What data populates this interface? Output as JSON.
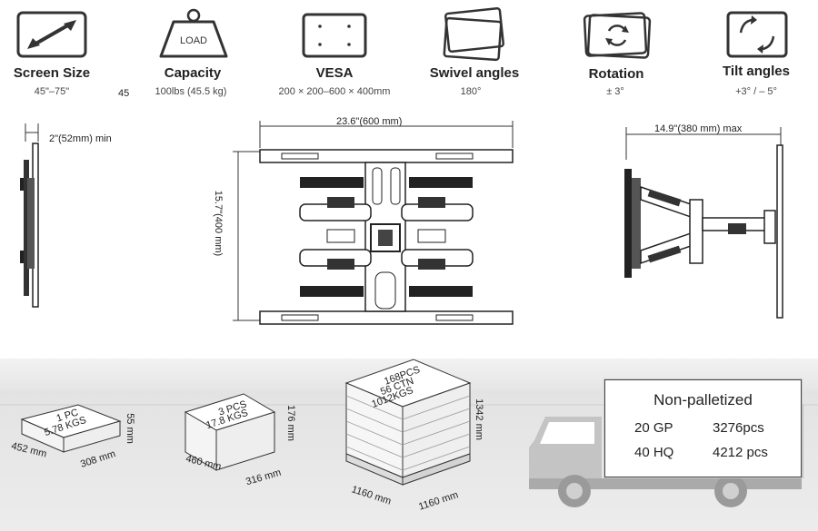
{
  "specs": {
    "screen_size": {
      "icon": "diagonal-arrow-icon",
      "title": "Screen Size",
      "value": "45\"–75\"",
      "extra": "45"
    },
    "capacity": {
      "icon": "weight-icon",
      "title": "Capacity",
      "value": "100lbs (45.5 kg)",
      "icon_text": "LOAD"
    },
    "vesa": {
      "icon": "vesa-plate-icon",
      "title": "VESA",
      "value": "200 × 200–600 × 400mm"
    },
    "swivel": {
      "icon": "swivel-icon",
      "title": "Swivel angles",
      "value": "180°"
    },
    "rotation": {
      "icon": "rotation-icon",
      "title": "Rotation",
      "value": "± 3°"
    },
    "tilt": {
      "icon": "tilt-icon",
      "title": "Tilt angles",
      "value": "+3°  / – 5°"
    }
  },
  "dimensions": {
    "side_profile": "2\"(52mm) min",
    "front_width": "23.6\"(600 mm)",
    "front_height": "15.7\"(400 mm)",
    "extension": "14.9\"(380 mm) max"
  },
  "packaging": {
    "single": {
      "line1": "1 PC",
      "line2": "5.78 KGS",
      "length": "452 mm",
      "width": "308 mm",
      "height": "55 mm"
    },
    "carton": {
      "line1": "3 PCS",
      "line2": "17.8 KGS",
      "length": "460 mm",
      "width": "316 mm",
      "height": "176 mm"
    },
    "pallet": {
      "line1": "168PCS",
      "line2": "56 CTN",
      "line3": "1012KGS",
      "length": "1160 mm",
      "width": "1160 mm",
      "height": "1342 mm"
    }
  },
  "container": {
    "title": "Non-palletized",
    "rows": [
      {
        "type": "20 GP",
        "qty": "3276pcs"
      },
      {
        "type": "40 HQ",
        "qty": "4212 pcs"
      }
    ]
  }
}
